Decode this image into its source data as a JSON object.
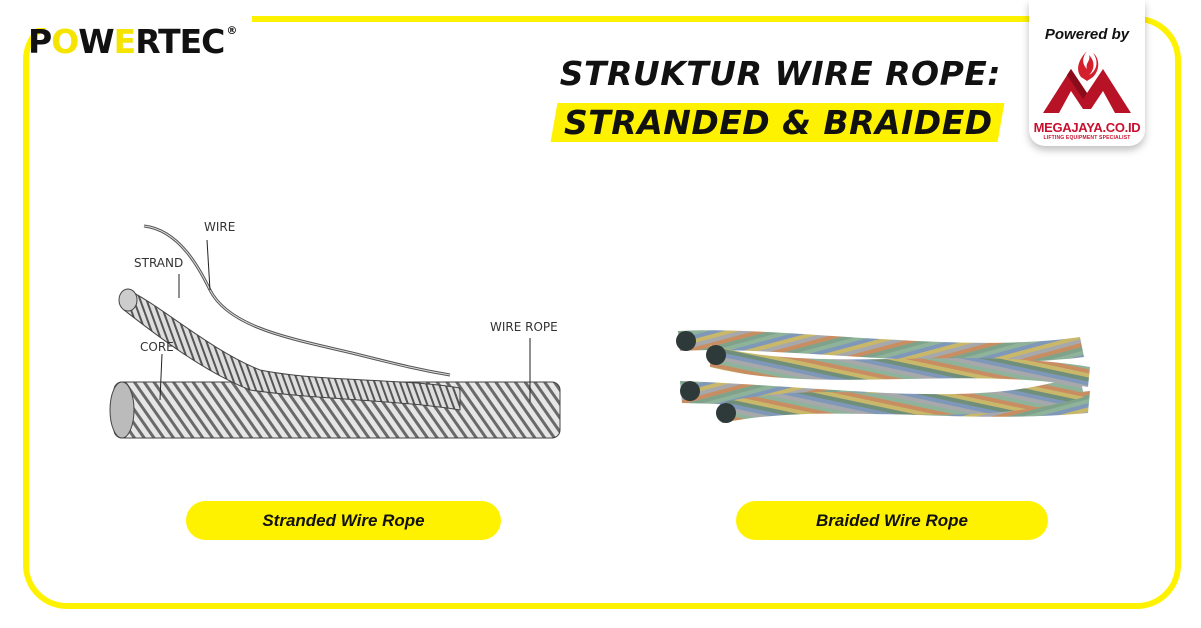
{
  "brand": {
    "logo_parts": [
      "P",
      "O",
      "W",
      "E",
      "RTEC"
    ],
    "registered_mark": "®"
  },
  "header": {
    "title_line1": "STRUKTUR WIRE ROPE:",
    "title_line2": "STRANDED & BRAIDED"
  },
  "sponsor": {
    "powered_by": "Powered by",
    "name": "MEGAJAYA.CO.ID",
    "tagline": "LIFTING EQUIPMENT SPECIALIST"
  },
  "stranded_diagram": {
    "labels": {
      "wire": "WIRE",
      "strand": "STRAND",
      "core": "CORE",
      "wire_rope": "WIRE ROPE"
    }
  },
  "captions": {
    "stranded": "Stranded Wire Rope",
    "braided": "Braided Wire Rope"
  },
  "colors": {
    "accent_yellow": "#fff200",
    "brand_red": "#c8102e",
    "text": "#111111"
  }
}
